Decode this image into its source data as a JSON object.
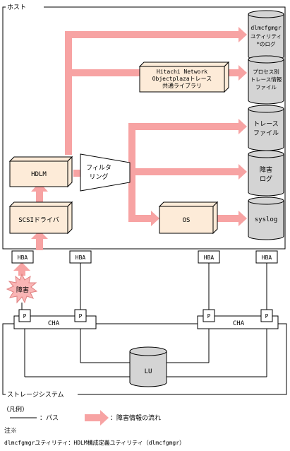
{
  "host": {
    "label": "ホスト"
  },
  "storage": {
    "label": "ストレージシステム"
  },
  "components": {
    "hdlm": "HDLM",
    "scsi_driver": "SCSIドライバ",
    "filter": [
      "フィルタ",
      "リング"
    ],
    "hitachi": [
      "Hitachi Network",
      "Objectplazaトレース",
      "共通ライブラリ"
    ],
    "os": "OS",
    "hba": "HBA",
    "port": "P",
    "cha": "CHA",
    "lu": "LU",
    "failure": "障害"
  },
  "outputs": {
    "dlmcfgmgr_log": [
      "dlmcfgmgr",
      "ユティリティ",
      "*のログ"
    ],
    "process_trace": [
      "プロセス別",
      "トレース情報",
      "ファイル"
    ],
    "trace_file": [
      "トレース",
      "ファイル"
    ],
    "failure_log": [
      "障害",
      "ログ"
    ],
    "syslog": "syslog"
  },
  "legend": {
    "title": "（凡例）",
    "path": "：パス",
    "flow": "：障害情報の流れ"
  },
  "note": {
    "title": "注※",
    "text": "dlmcfgmgrユティリティ：HDLM構成定義ユティリティ（dlmcfgmgr）"
  },
  "colors": {
    "flow": "#f7a3a3",
    "box_fill": "#fdebd8",
    "cylinder_fill": "#d4d4d4",
    "burst_fill": "#f9b5b5"
  }
}
